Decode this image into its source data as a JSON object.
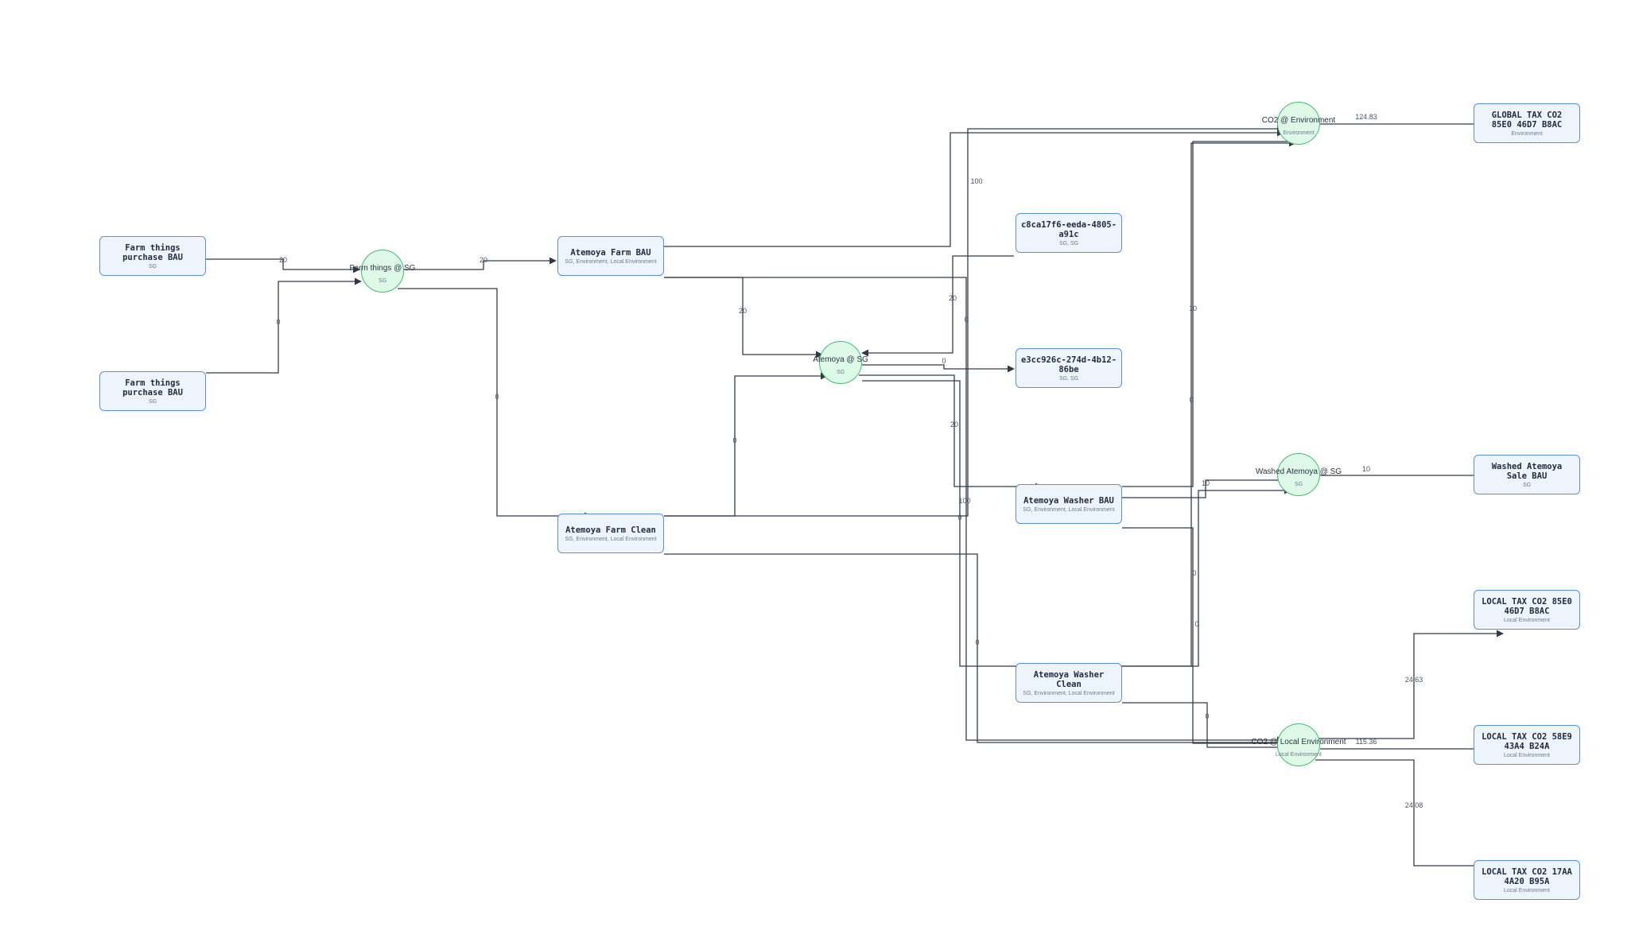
{
  "colors": {
    "edge": "#323a4a",
    "box_fill": "#eef4fc",
    "box_border": "#5b8fe0",
    "hub_fill": "#dff9e8",
    "hub_border": "#3fbf6e"
  },
  "boxes": [
    {
      "id": "farm-purchase-1",
      "title": "Farm things\npurchase BAU",
      "sub": "SG"
    },
    {
      "id": "farm-purchase-2",
      "title": "Farm things\npurchase BAU",
      "sub": "SG"
    },
    {
      "id": "farm-bau",
      "title": "Atemoya Farm BAU",
      "sub": "SG, Environment, Local Environment"
    },
    {
      "id": "farm-clean",
      "title": "Atemoya Farm Clean",
      "sub": "SG, Environment, Local Environment"
    },
    {
      "id": "c8ca",
      "title": "c8ca17f6-eeda-4805-a91c",
      "sub": "SG, SG"
    },
    {
      "id": "e3cc",
      "title": "e3cc926c-274d-4b12-86be",
      "sub": "SG, SG"
    },
    {
      "id": "washer-bau",
      "title": "Atemoya Washer BAU",
      "sub": "SG, Environment, Local Environment"
    },
    {
      "id": "washer-clean",
      "title": "Atemoya Washer\nClean",
      "sub": "SG, Environment, Local Environment"
    },
    {
      "id": "global-tax",
      "title": "GLOBAL TAX CO2\n85E0 46D7 B8AC",
      "sub": "Environment"
    },
    {
      "id": "washed-sale",
      "title": "Washed Atemoya\nSale BAU",
      "sub": "SG"
    },
    {
      "id": "local-tax-1",
      "title": "LOCAL TAX CO2 85E0\n46D7 B8AC",
      "sub": "Local Environment"
    },
    {
      "id": "local-tax-2",
      "title": "LOCAL TAX CO2 58E9\n43A4 B24A",
      "sub": "Local Environment"
    },
    {
      "id": "local-tax-3",
      "title": "LOCAL TAX CO2 17AA\n4A20 B95A",
      "sub": "Local Environment"
    }
  ],
  "hubs": [
    {
      "id": "farm-things-sg",
      "title": "Farm things @ SG",
      "sub": "SG"
    },
    {
      "id": "atemoya-sg",
      "title": "Atemoya @ SG",
      "sub": "SG"
    },
    {
      "id": "co2-env",
      "title": "CO2 @ Environment",
      "sub": "Environment"
    },
    {
      "id": "washed-sg",
      "title": "Washed Atemoya @ SG",
      "sub": "SG"
    },
    {
      "id": "co2-local",
      "title": "CO2 @ Local Environment",
      "sub": "Local Environment"
    }
  ],
  "edges": [
    {
      "from": "farm-purchase-1",
      "to": "farm-things-sg",
      "label": "20"
    },
    {
      "from": "farm-purchase-2",
      "to": "farm-things-sg",
      "label": "0"
    },
    {
      "from": "farm-things-sg",
      "to": "farm-bau",
      "label": "20"
    },
    {
      "from": "farm-things-sg",
      "to": "farm-clean",
      "label": "0"
    },
    {
      "from": "farm-bau",
      "to": "atemoya-sg",
      "label": "20"
    },
    {
      "from": "farm-bau",
      "to": "co2-env",
      "label": "100"
    },
    {
      "from": "farm-bau",
      "to": "co2-local",
      "label": "0"
    },
    {
      "from": "farm-clean",
      "to": "atemoya-sg",
      "label": "0"
    },
    {
      "from": "farm-clean",
      "to": "co2-env",
      "label": "100"
    },
    {
      "from": "farm-clean",
      "to": "co2-local",
      "label": "0"
    },
    {
      "from": "c8ca",
      "to": "atemoya-sg",
      "label": "20"
    },
    {
      "from": "atemoya-sg",
      "to": "e3cc",
      "label": "0"
    },
    {
      "from": "atemoya-sg",
      "to": "washer-bau",
      "label": "20"
    },
    {
      "from": "atemoya-sg",
      "to": "washer-clean",
      "label": "0"
    },
    {
      "from": "washer-bau",
      "to": "co2-env",
      "label": "10"
    },
    {
      "from": "washer-bau",
      "to": "washed-sg",
      "label": "10"
    },
    {
      "from": "washer-bau",
      "to": "co2-local",
      "label": "0"
    },
    {
      "from": "washer-clean",
      "to": "co2-env",
      "label": "0"
    },
    {
      "from": "washer-clean",
      "to": "washed-sg",
      "label": "0"
    },
    {
      "from": "washer-clean",
      "to": "co2-local",
      "label": "0"
    },
    {
      "from": "co2-env",
      "to": "global-tax",
      "label": "124.83"
    },
    {
      "from": "washed-sg",
      "to": "washed-sale",
      "label": "10"
    },
    {
      "from": "co2-local",
      "to": "local-tax-1",
      "label": "24.63"
    },
    {
      "from": "co2-local",
      "to": "local-tax-2",
      "label": "115.36"
    },
    {
      "from": "co2-local",
      "to": "local-tax-3",
      "label": "24.08"
    }
  ]
}
